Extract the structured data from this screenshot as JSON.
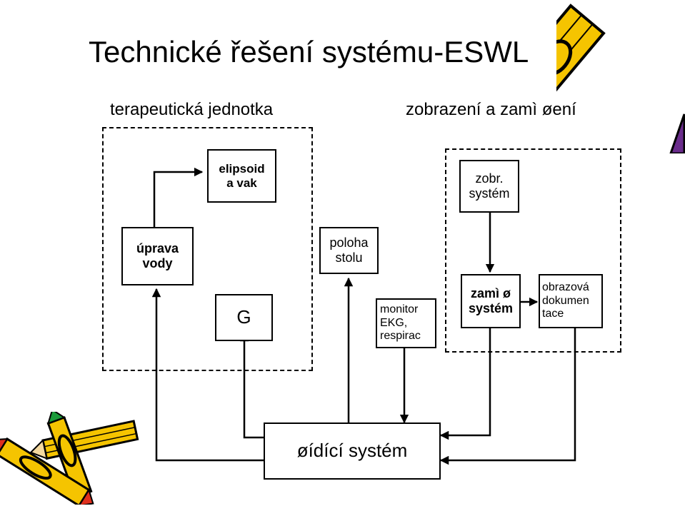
{
  "title": "Technické řešení systému-ESWL",
  "sections": {
    "left": "terapeutická jednotka",
    "right": "zobrazení a zamì øení"
  },
  "boxes": {
    "ellipsoid": "elipsoid\na vak",
    "imaging": "zobr.\nsystém",
    "water": "úprava\nvody",
    "table_position": "poloha\nstolu",
    "generator": "G",
    "monitor": "monitor\nEKG,\nrespirac",
    "aiming": "zamì ø\nsystém",
    "documentation": "obrazová\ndokumen\ntace",
    "control": "øídící systém"
  },
  "icons": [
    "pencil-icon",
    "crayons-icon"
  ],
  "colors": {
    "line": "#000000",
    "pencil_yellow": "#f5c400",
    "pencil_red": "#e0301e",
    "pencil_green": "#1a9a3a",
    "pencil_purple": "#6a2c8c"
  }
}
